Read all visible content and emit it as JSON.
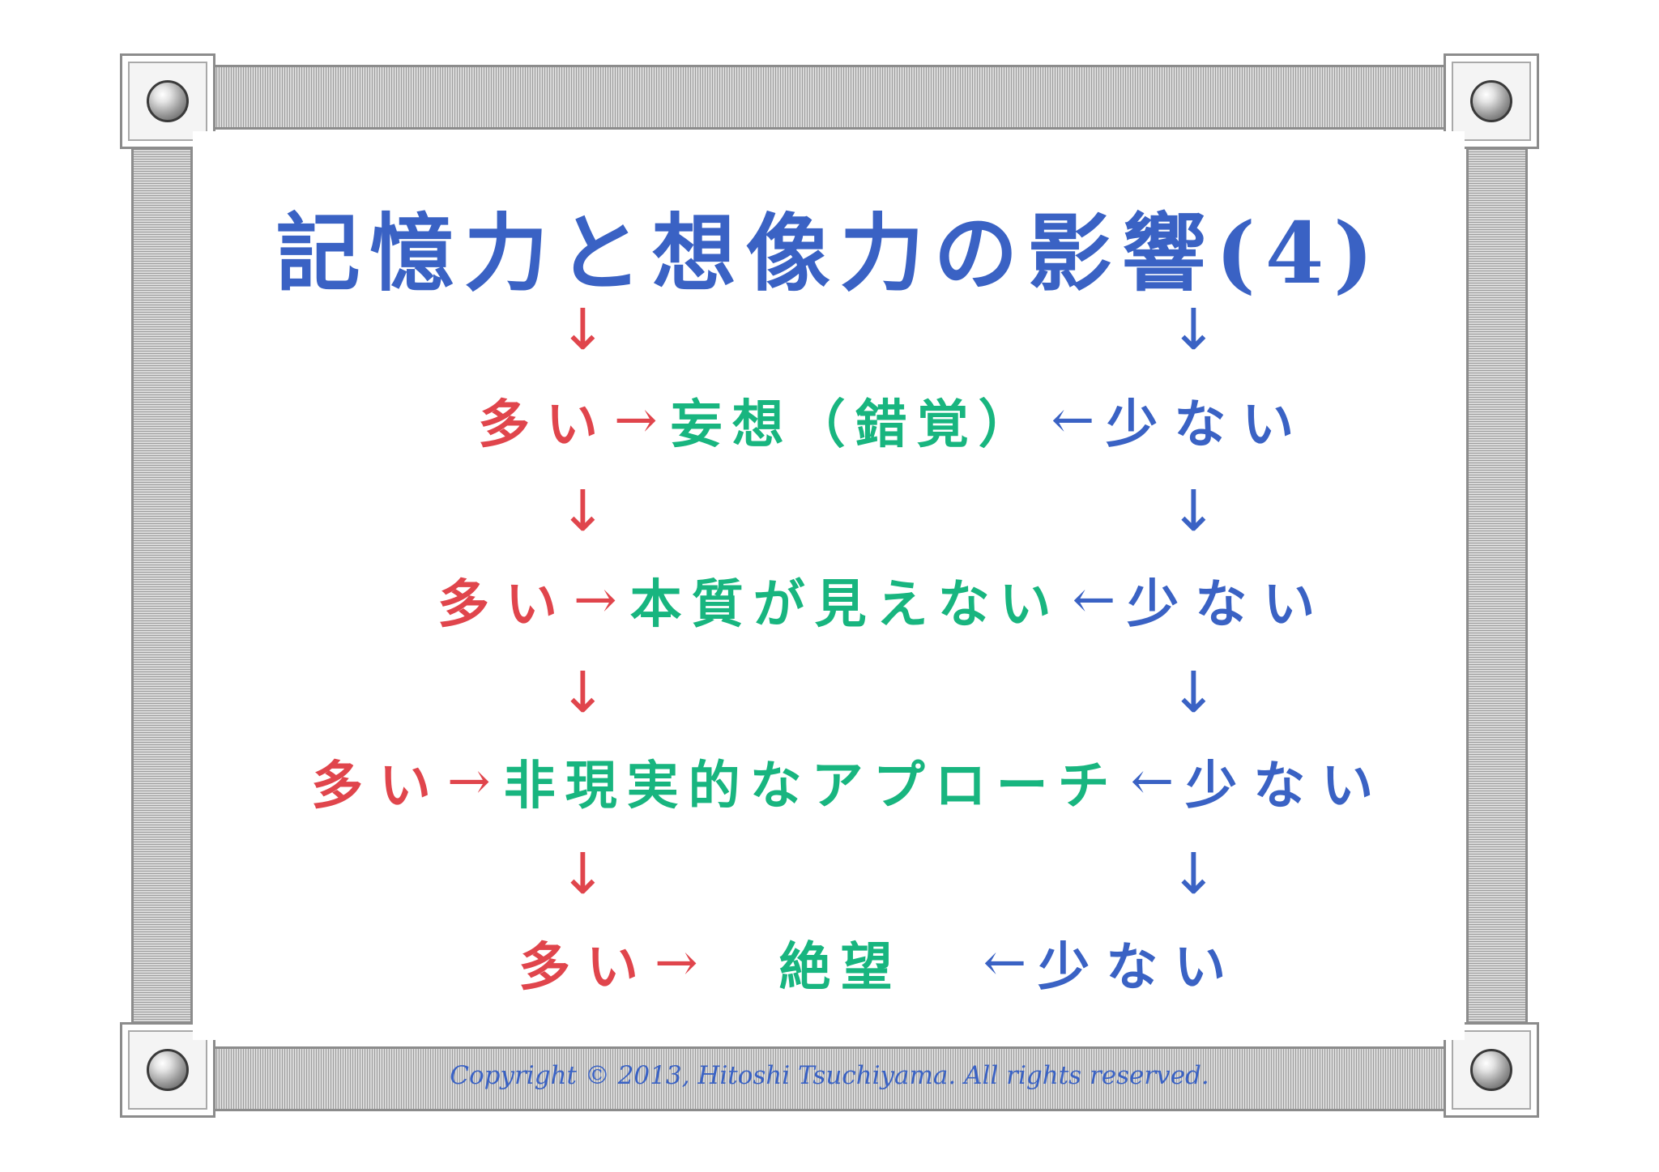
{
  "title": "記憶力と想像力の影響(4)",
  "rows": [
    {
      "left": "多い",
      "arrow_right": "→",
      "middle": "妄想（錯覚）",
      "arrow_left": "←",
      "right": "少ない"
    },
    {
      "left": "多い",
      "arrow_right": "→",
      "middle": "本質が見えない",
      "arrow_left": "←",
      "right": "少ない"
    },
    {
      "left": "多い",
      "arrow_right": "→",
      "middle": "非現実的なアプローチ",
      "arrow_left": "←",
      "right": "少ない"
    },
    {
      "left": "多い",
      "arrow_right": "→",
      "middle": "絶望",
      "arrow_left": "←",
      "right": "少ない"
    }
  ],
  "down_arrow": "↓",
  "copyright": "Copyright © 2013, Hitoshi Tsuchiyama. All rights reserved.",
  "colors": {
    "title": "#3a62c4",
    "many": "#e0454c",
    "middle": "#18b57f",
    "few": "#3a62c4",
    "frame": "#9d9d9d"
  }
}
